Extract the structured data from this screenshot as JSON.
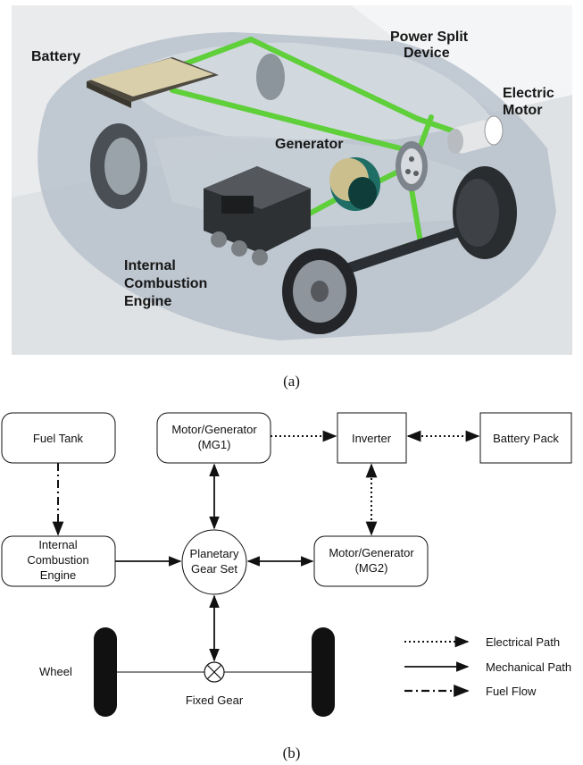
{
  "panel_a": {
    "labels": {
      "battery": "Battery",
      "power_split_line1": "Power Split",
      "power_split_line2": "Device",
      "electric_motor_line1": "Electric",
      "electric_motor_line2": "Motor",
      "generator": "Generator",
      "ice_line1": "Internal",
      "ice_line2": "Combustion",
      "ice_line3": "Engine"
    },
    "colors": {
      "power_path": "#5fcf3a",
      "background": "#e9ebec",
      "car_body": "#aeb8c4"
    },
    "caption": "(a)"
  },
  "panel_b": {
    "blocks": {
      "fuel_tank": "Fuel Tank",
      "mg1_line1": "Motor/Generator",
      "mg1_line2": "(MG1)",
      "inverter": "Inverter",
      "battery_pack": "Battery Pack",
      "ice_line1": "Internal",
      "ice_line2": "Combustion",
      "ice_line3": "Engine",
      "planetary_line1": "Planetary",
      "planetary_line2": "Gear Set",
      "mg2_line1": "Motor/Generator",
      "mg2_line2": "(MG2)",
      "wheel": "Wheel",
      "fixed_gear": "Fixed Gear"
    },
    "legend": {
      "electrical": "Electrical Path",
      "mechanical": "Mechanical Path",
      "fuel": "Fuel Flow"
    },
    "caption": "(b)"
  }
}
